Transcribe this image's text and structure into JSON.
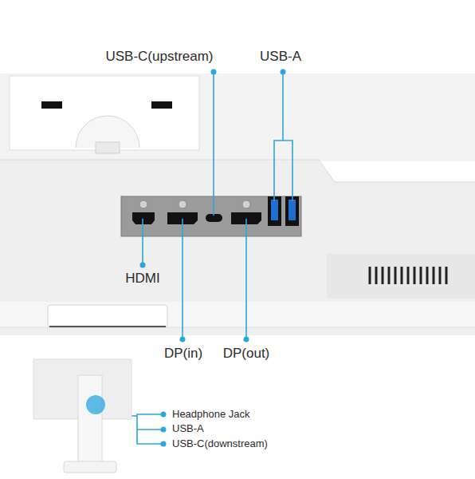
{
  "diagram": {
    "labels": [
      "USB-C(upstream)",
      "USB-A",
      "HDMI",
      "DP(in)",
      "DP(out)",
      "Headphone Jack",
      "USB-A",
      "USB-C(downstream)"
    ]
  }
}
